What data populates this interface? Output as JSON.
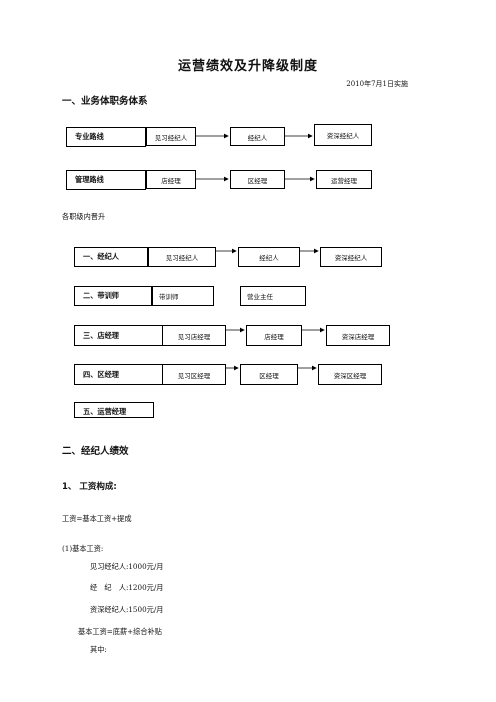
{
  "title": "运营绩效及升降级制度",
  "effective_date": "2010年7月1日实施",
  "section1": {
    "heading": "一、业务体职务体系",
    "routes": [
      {
        "label": "专业路线",
        "steps": [
          "见习经纪人",
          "经纪人",
          "资深经纪人"
        ]
      },
      {
        "label": "管理路线",
        "steps": [
          "店经理",
          "区经理",
          "运营经理"
        ]
      }
    ],
    "subheading": "各职级内晋升",
    "levels": [
      {
        "label": "一、经纪人",
        "steps": [
          "见习经纪人",
          "经纪人",
          "资深经纪人"
        ]
      },
      {
        "label": "二、带训师",
        "steps": [
          "带训师",
          "营业主任"
        ]
      },
      {
        "label": "三、店经理",
        "steps": [
          "见习店经理",
          "店经理",
          "资深店经理"
        ]
      },
      {
        "label": "四、区经理",
        "steps": [
          "见习区经理",
          "区经理",
          "资深区经理"
        ]
      },
      {
        "label": "五、运营经理",
        "steps": []
      }
    ]
  },
  "section2": {
    "heading": "二、经纪人绩效",
    "sub1": "1、 工资构成:",
    "formula": "工资=基本工资+提成",
    "base_title": "(1)基本工资:",
    "salaries": [
      "见习经纪人:1000元/月",
      "经　纪　人:1200元/月",
      "资深经纪人:1500元/月"
    ],
    "base_formula": "基本工资=底薪+综合补贴",
    "note": "其中:"
  }
}
